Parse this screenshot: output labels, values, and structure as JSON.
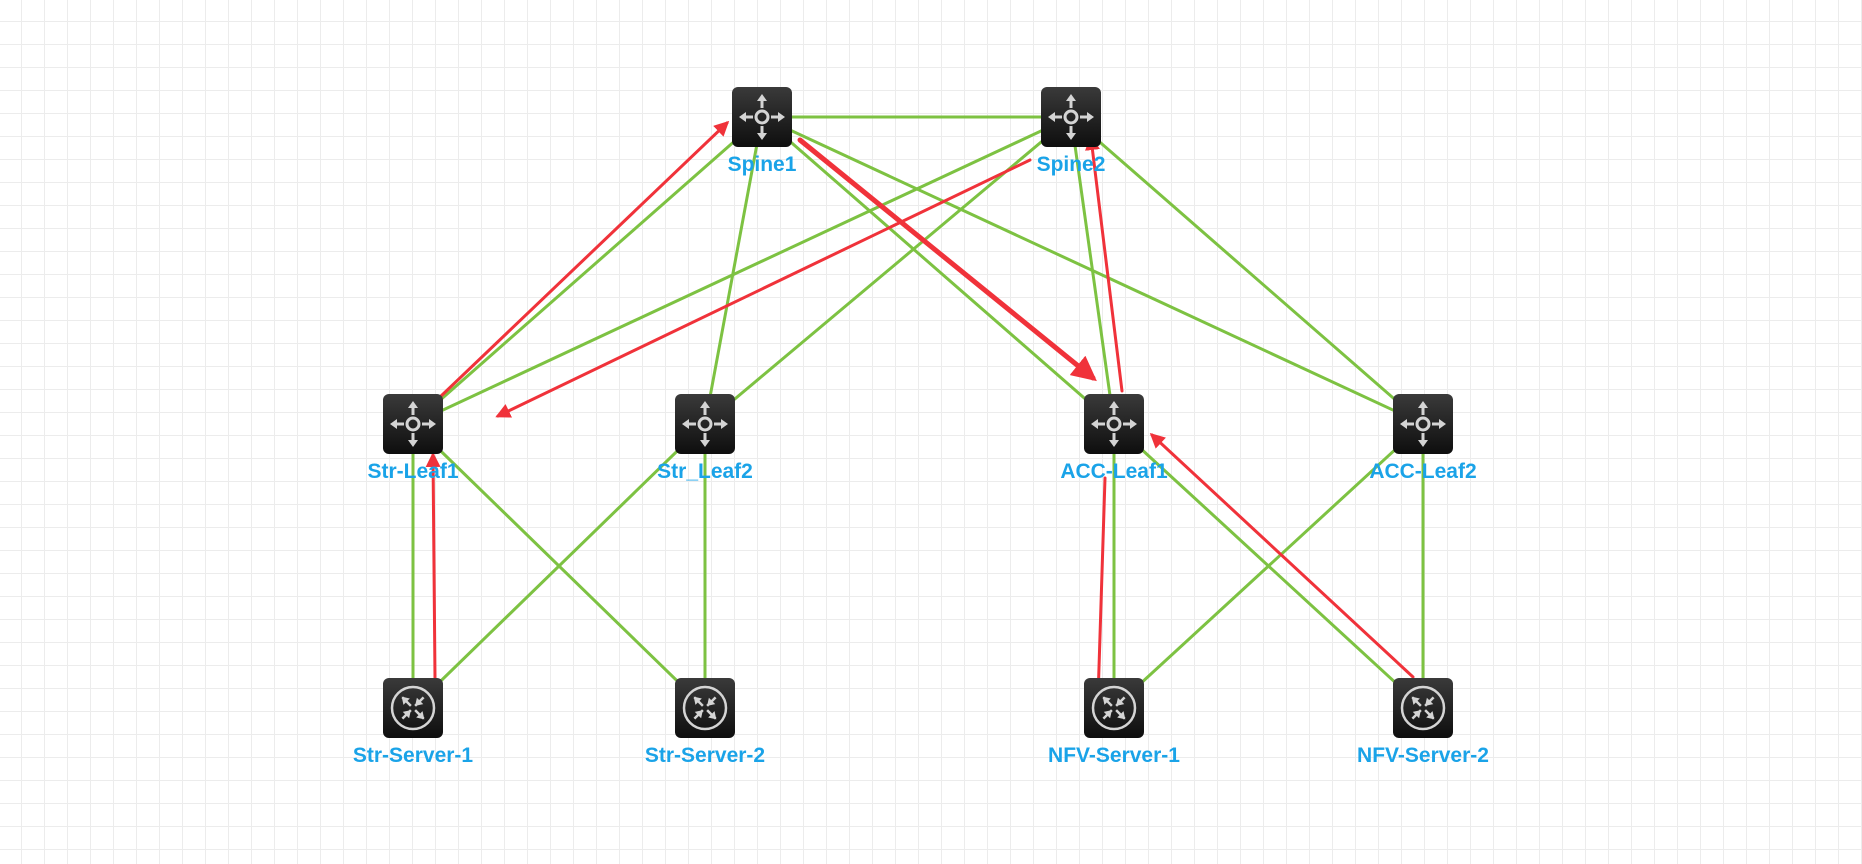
{
  "diagram": {
    "nodes": [
      {
        "id": "spine1",
        "label": "Spine1",
        "kind": "router"
      },
      {
        "id": "spine2",
        "label": "Spine2",
        "kind": "router"
      },
      {
        "id": "strleaf1",
        "label": "Str-Leaf1",
        "kind": "router"
      },
      {
        "id": "strleaf2",
        "label": "Str_Leaf2",
        "kind": "router"
      },
      {
        "id": "accleaf1",
        "label": "ACC-Leaf1",
        "kind": "router"
      },
      {
        "id": "accleaf2",
        "label": "ACC-Leaf2",
        "kind": "router"
      },
      {
        "id": "strsrv1",
        "label": "Str-Server-1",
        "kind": "switch"
      },
      {
        "id": "strsrv2",
        "label": "Str-Server-2",
        "kind": "switch"
      },
      {
        "id": "nfvsrv1",
        "label": "NFV-Server-1",
        "kind": "switch"
      },
      {
        "id": "nfvsrv2",
        "label": "NFV-Server-2",
        "kind": "switch"
      }
    ],
    "links": [
      {
        "from": "spine1",
        "to": "spine2"
      },
      {
        "from": "spine1",
        "to": "strleaf1"
      },
      {
        "from": "spine1",
        "to": "strleaf2"
      },
      {
        "from": "spine1",
        "to": "accleaf1"
      },
      {
        "from": "spine1",
        "to": "accleaf2"
      },
      {
        "from": "spine2",
        "to": "strleaf1"
      },
      {
        "from": "spine2",
        "to": "strleaf2"
      },
      {
        "from": "spine2",
        "to": "accleaf1"
      },
      {
        "from": "spine2",
        "to": "accleaf2"
      },
      {
        "from": "strleaf1",
        "to": "strsrv1"
      },
      {
        "from": "strleaf1",
        "to": "strsrv2"
      },
      {
        "from": "strleaf2",
        "to": "strsrv1"
      },
      {
        "from": "strleaf2",
        "to": "strsrv2"
      },
      {
        "from": "accleaf1",
        "to": "nfvsrv1"
      },
      {
        "from": "accleaf1",
        "to": "nfvsrv2"
      },
      {
        "from": "accleaf2",
        "to": "nfvsrv1"
      },
      {
        "from": "accleaf2",
        "to": "nfvsrv2"
      }
    ],
    "path_arrows": [
      {
        "from": "strsrv1",
        "to": "strleaf1"
      },
      {
        "from": "strleaf1",
        "to": "spine1"
      },
      {
        "from": "spine1",
        "to": "accleaf1"
      },
      {
        "from": "nfvsrv2",
        "to": "accleaf1"
      },
      {
        "from": "accleaf1",
        "to": "spine2"
      },
      {
        "from": "spine2",
        "to": "strleaf1"
      },
      {
        "from": "accleaf1",
        "to": "nfvsrv1"
      }
    ],
    "colors": {
      "link": "#7dc242",
      "path": "#f0323a",
      "label": "#1aa3e8",
      "device_top": "#3a3a3a",
      "device_bottom": "#0e0e0e",
      "icon": "#d4d4d4"
    }
  }
}
